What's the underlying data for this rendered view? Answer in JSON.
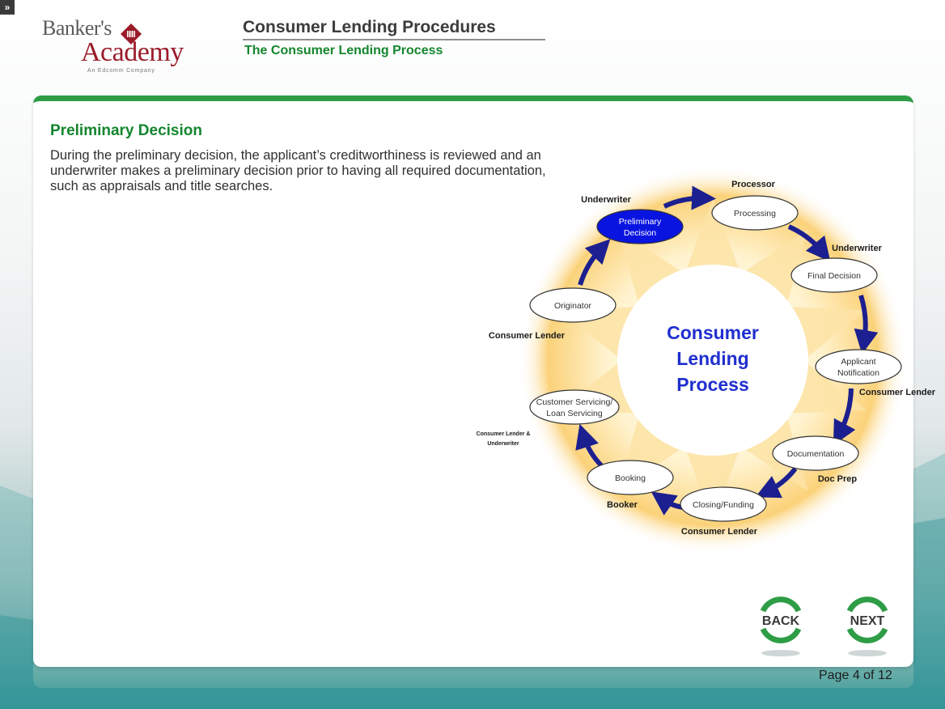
{
  "menu_toggle": "»",
  "logo": {
    "line1": "Banker's",
    "line2": "Academy",
    "tagline": "An Edcomm Company"
  },
  "header": {
    "title": "Consumer Lending Procedures",
    "subtitle": "The Consumer Lending Process"
  },
  "content": {
    "section_title": "Preliminary Decision",
    "body": "During the preliminary decision, the applicant’s creditworthiness is reviewed and an underwriter makes a preliminary decision prior to having all required documentation, such as appraisals and title searches."
  },
  "diagram": {
    "center_lines": [
      "Consumer",
      "Lending",
      "Process"
    ],
    "stages": [
      {
        "lines": [
          "Preliminary",
          "Decision"
        ],
        "role": "Underwriter",
        "active": true
      },
      {
        "lines": [
          "Processing"
        ],
        "role": "Processor",
        "active": false
      },
      {
        "lines": [
          "Final Decision"
        ],
        "role": "Underwriter",
        "active": false
      },
      {
        "lines": [
          "Applicant",
          "Notification"
        ],
        "role": "Consumer Lender",
        "active": false
      },
      {
        "lines": [
          "Documentation"
        ],
        "role": "Doc Prep",
        "active": false
      },
      {
        "lines": [
          "Closing/Funding"
        ],
        "role": "Consumer Lender",
        "active": false
      },
      {
        "lines": [
          "Booking"
        ],
        "role": "Booker",
        "active": false
      },
      {
        "lines": [
          "Customer Servicing/",
          "Loan Servicing"
        ],
        "role_lines": [
          "Consumer Lender &",
          "Underwriter"
        ],
        "active": false
      },
      {
        "lines": [
          "Originator"
        ],
        "role": "Consumer Lender",
        "active": false
      }
    ],
    "colors": {
      "active_fill": "#0a14e0",
      "arrow": "#1c1f8f",
      "center_text": "#1f2fcf",
      "glow": "#fbd27a"
    }
  },
  "nav": {
    "back_label": "BACK",
    "next_label": "NEXT"
  },
  "footer": {
    "page_label": "Page 4 of  12"
  },
  "colors": {
    "accent_green": "#2e9d46",
    "title_green": "#14862e",
    "brand_red": "#9a1c2a"
  }
}
